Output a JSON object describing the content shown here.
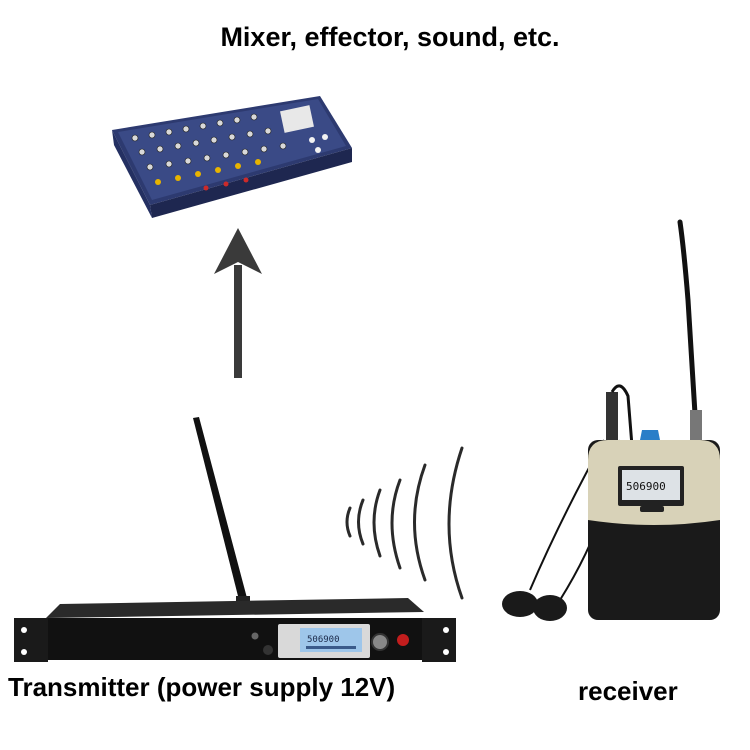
{
  "labels": {
    "mixer": "Mixer, effector, sound, etc.",
    "transmitter": "Transmitter (power supply 12V)",
    "receiver": "receiver"
  },
  "displays": {
    "transmitter_lcd": "506900",
    "receiver_lcd": "506900"
  },
  "colors": {
    "mixer_body": "#3a4a86",
    "rack_body": "#111111",
    "receiver_top": "#d8d2b8",
    "receiver_bottom": "#1a1a1a",
    "arrow": "#3a3a3a",
    "lcd": "#9ec6ea"
  }
}
